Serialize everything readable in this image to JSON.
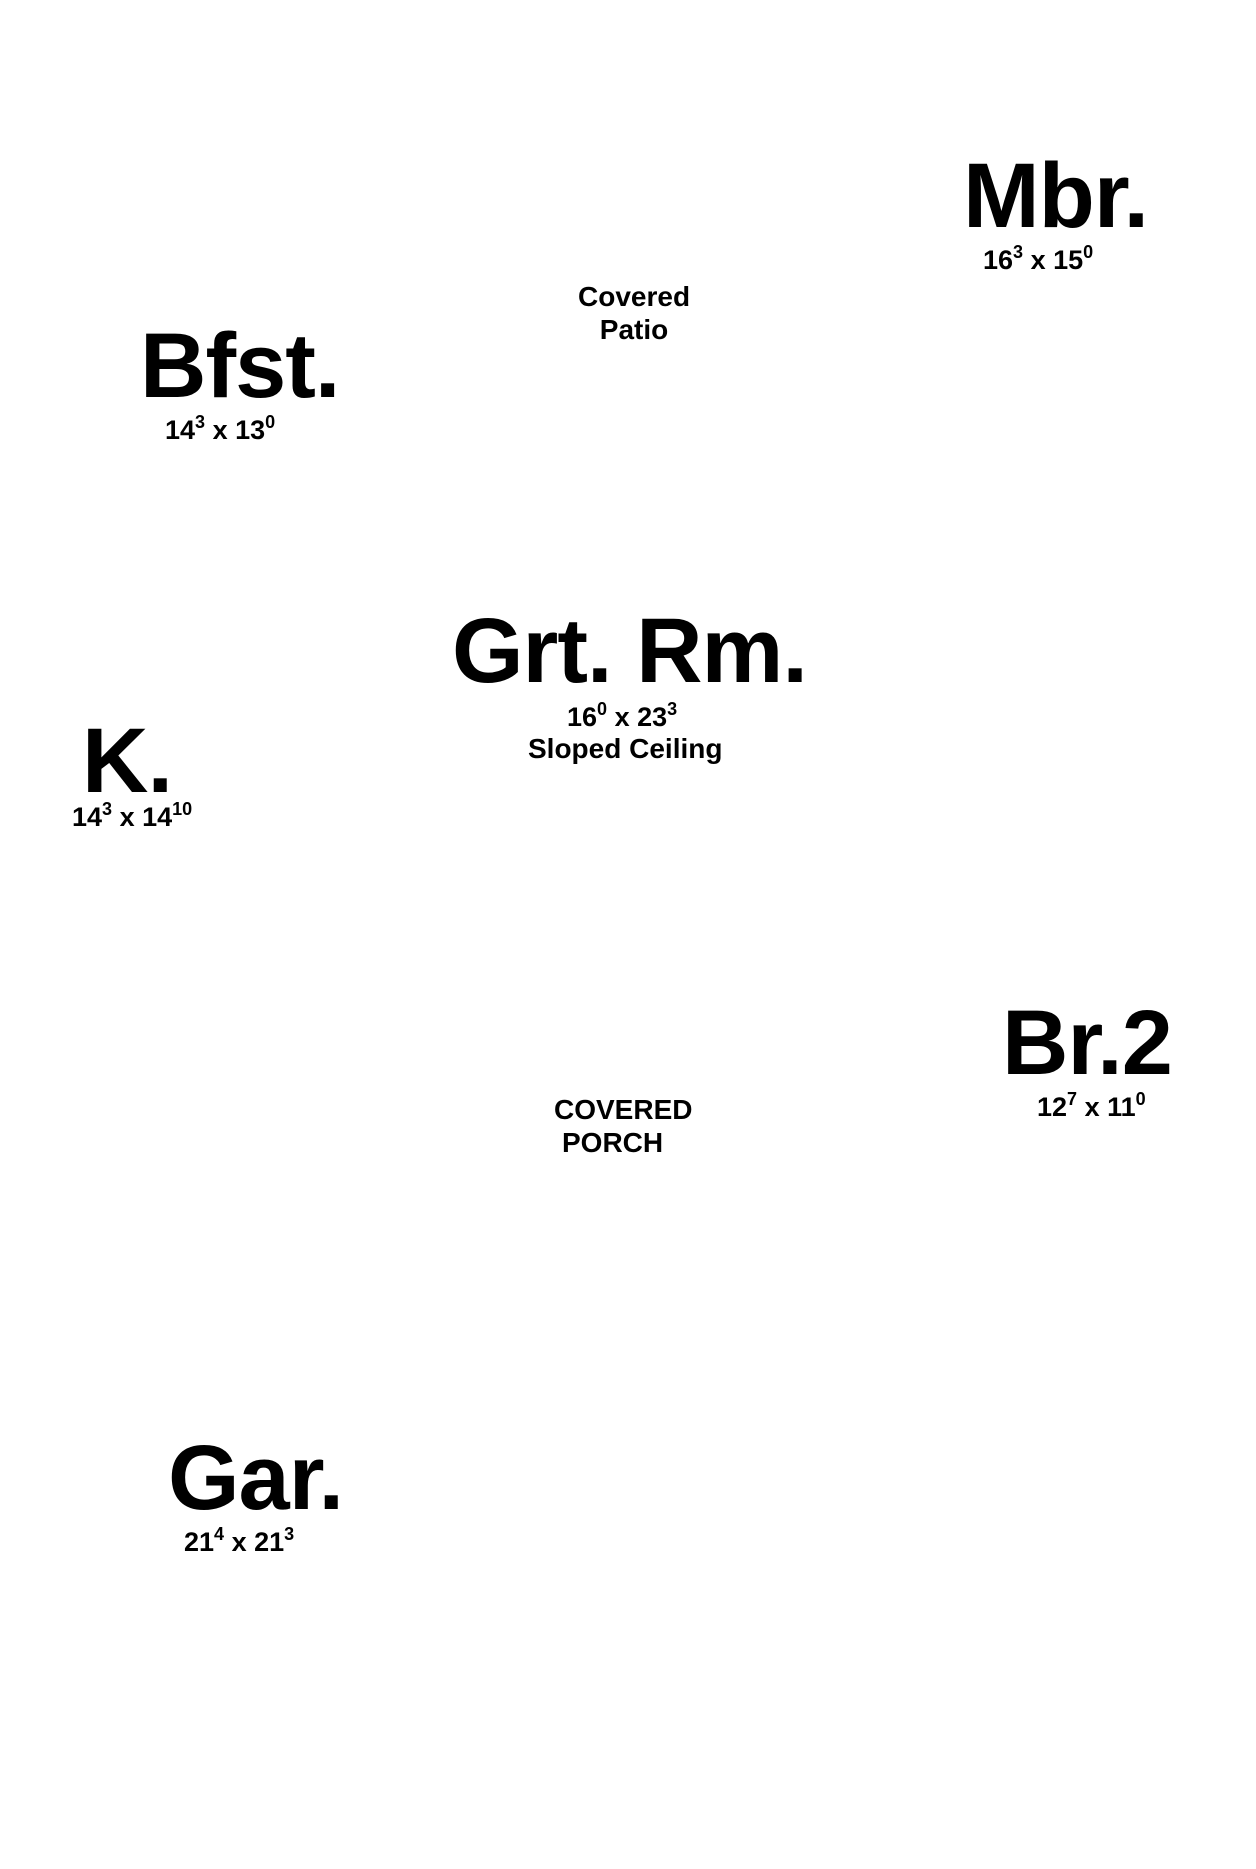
{
  "rooms": {
    "mbr": {
      "name": "Mbr.",
      "w_ft": "16",
      "w_in": "3",
      "sep": "x",
      "d_ft": "15",
      "d_in": "0"
    },
    "bfst": {
      "name": "Bfst.",
      "w_ft": "14",
      "w_in": "3",
      "sep": "x",
      "d_ft": "13",
      "d_in": "0"
    },
    "grt": {
      "name": "Grt. Rm.",
      "w_ft": "16",
      "w_in": "0",
      "sep": "x",
      "d_ft": "23",
      "d_in": "3",
      "note": "Sloped Ceiling"
    },
    "k": {
      "name": "K.",
      "w_ft": "14",
      "w_in": "3",
      "sep": "x",
      "d_ft": "14",
      "d_in": "10"
    },
    "br2": {
      "name": "Br.2",
      "w_ft": "12",
      "w_in": "7",
      "sep": "x",
      "d_ft": "11",
      "d_in": "0"
    },
    "gar": {
      "name": "Gar.",
      "w_ft": "21",
      "w_in": "4",
      "sep": "x",
      "d_ft": "21",
      "d_in": "3"
    }
  },
  "areas": {
    "patio": {
      "line1": "Covered",
      "line2": "Patio"
    },
    "porch": {
      "line1": "COVERED",
      "line2": "PORCH"
    }
  }
}
